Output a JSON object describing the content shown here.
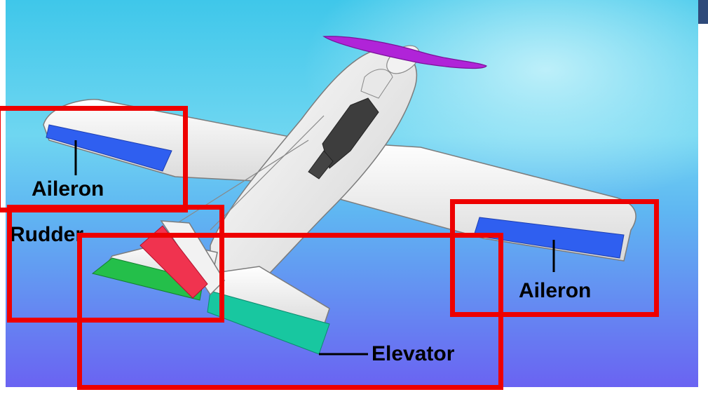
{
  "diagram": {
    "labels": {
      "aileron_left": "Aileron",
      "rudder": "Rudder",
      "aileron_right": "Aileron",
      "elevator": "Elevator"
    },
    "colors": {
      "sky_top": "#3fc7ea",
      "sky_bottom": "#6a63f2",
      "aileron": "#2f5ff0",
      "rudder": "#f0334f",
      "elevator": "#18c7a0",
      "elevator_left": "#24bf4a",
      "propeller": "#b024d8",
      "highlight_box": "#ee0000",
      "corner_tab": "#2f4a7a"
    },
    "icons": {
      "airplane": "airplane-illustration",
      "propeller": "propeller-icon"
    }
  }
}
